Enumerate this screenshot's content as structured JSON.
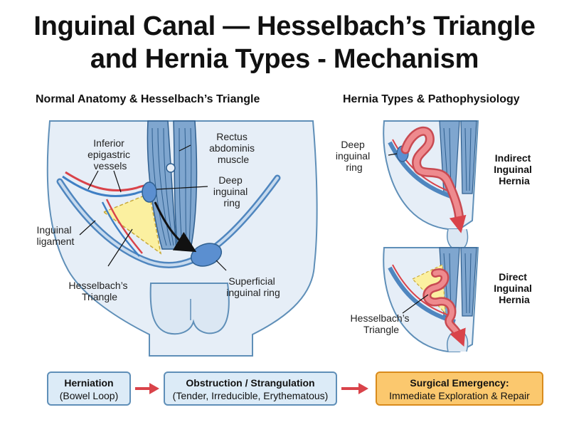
{
  "title_line1": "Inguinal Canal — Hesselbach’s Triangle",
  "title_line2": "and Hernia Types - Mechanism",
  "left_panel": {
    "heading": "Normal Anatomy & Hesselbach’s Triangle",
    "labels": {
      "inferior_epigastric": [
        "Inferior",
        "epigastric",
        "vessels"
      ],
      "rectus": [
        "Rectus",
        "abdominis",
        "muscle"
      ],
      "deep_ring": [
        "Deep",
        "inguinal",
        "ring"
      ],
      "inguinal_ligament": [
        "Inguinal",
        "ligament"
      ],
      "hesselbach": [
        "Hesselbach’s",
        "Triangle"
      ],
      "superficial_ring": [
        "Superficial",
        "inguinal ring"
      ]
    }
  },
  "right_panel": {
    "heading": "Hernia Types & Pathophysiology",
    "indirect": {
      "deep_ring_label": [
        "Deep",
        "inguinal",
        "ring"
      ],
      "title": [
        "Indirect",
        "Inguinal",
        "Hernia"
      ]
    },
    "direct": {
      "hesselbach_label": [
        "Hesselbach’s",
        "Triangle"
      ],
      "title": [
        "Direct",
        "Inguinal",
        "Hernia"
      ]
    }
  },
  "flow": [
    {
      "line1": "Herniation",
      "line2": "(Bowel Loop)"
    },
    {
      "line1": "Obstruction / Strangulation",
      "line2": "(Tender, Irreducible, Erythematous)"
    },
    {
      "line1": "Surgical Emergency:",
      "line2": "Immediate Exploration & Repair"
    }
  ],
  "colors": {
    "skin": "#e6eef7",
    "outline": "#5f8fb8",
    "muscle": "#7fa6cf",
    "vein": "#3f7fc4",
    "artery": "#d9434a",
    "triangle": "#fbf0a0",
    "hernia": "#e96a6e",
    "emergency": "#fbc86e"
  }
}
